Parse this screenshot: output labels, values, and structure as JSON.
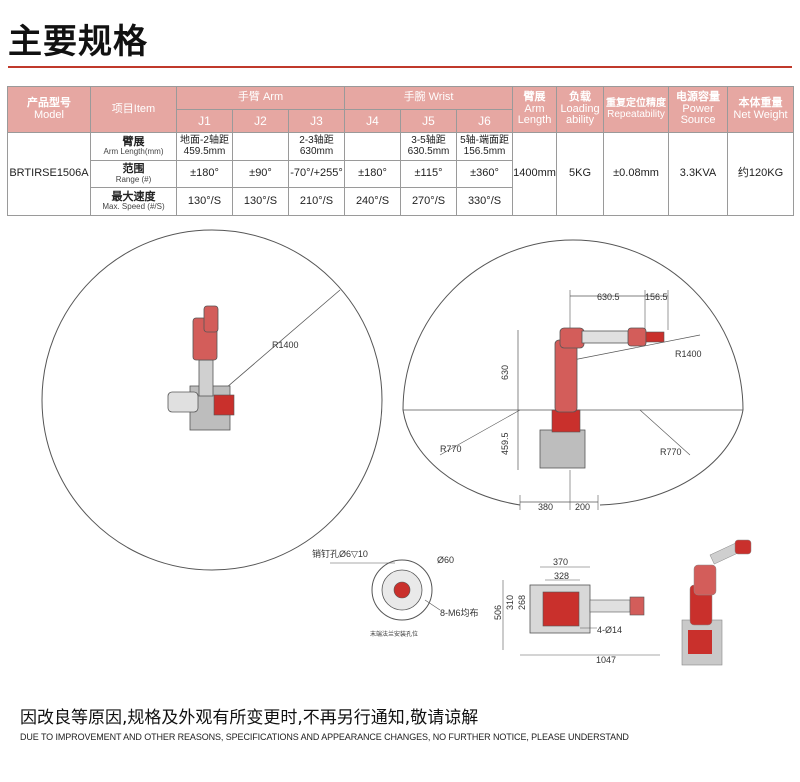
{
  "title": "主要规格",
  "table": {
    "h_model_cn": "产品型号",
    "h_model_en": "Model",
    "h_item": "项目Item",
    "h_arm": "手臂 Arm",
    "h_wrist": "手腕 Wrist",
    "h_armlen_cn": "臂展",
    "h_armlen_en1": "Arm",
    "h_armlen_en2": "Length",
    "h_load_cn": "负载",
    "h_load_en1": "Loading",
    "h_load_en2": "ability",
    "h_rep_cn": "重复定位精度",
    "h_rep_en": "Repeatability",
    "h_power_cn": "电源容量",
    "h_power_en1": "Power",
    "h_power_en2": "Source",
    "h_weight_cn": "本体重量",
    "h_weight_en": "Net Weight",
    "joints": [
      "J1",
      "J2",
      "J3",
      "J4",
      "J5",
      "J6"
    ],
    "model": "BRTIRSE1506A",
    "rows": [
      {
        "label_cn": "臂展",
        "label_en": "Arm Length(mm)",
        "cells": [
          [
            "地面-2轴距",
            "459.5mm"
          ],
          [
            "",
            ""
          ],
          [
            "2-3轴距",
            "630mm"
          ],
          [
            "",
            ""
          ],
          [
            "3-5轴距",
            "630.5mm"
          ],
          [
            "5轴-端面距",
            "156.5mm"
          ]
        ]
      },
      {
        "label_cn": "范围",
        "label_en": "Range (#)",
        "cells": [
          "±180°",
          "±90°",
          "-70°/+255°",
          "±180°",
          "±115°",
          "±360°"
        ]
      },
      {
        "label_cn": "最大速度",
        "label_en": "Max. Speed (#/S)",
        "cells": [
          "130°/S",
          "130°/S",
          "210°/S",
          "240°/S",
          "270°/S",
          "330°/S"
        ]
      }
    ],
    "arm_length": "1400mm",
    "loading": "5KG",
    "repeatability": "±0.08mm",
    "power": "3.3KVA",
    "weight": "约120KG"
  },
  "drawings": {
    "top_view_radius": "R1400",
    "side_dim_630_5": "630.5",
    "side_dim_156_5": "156.5",
    "side_radius": "R1400",
    "side_dim_630": "630",
    "side_dim_459_5": "459.5",
    "side_r770_left": "R770",
    "side_r770_right": "R770",
    "side_dim_380": "380",
    "side_dim_200": "200",
    "flange_pin": "销钉孔Ø6▽10",
    "flange_dia": "Ø60",
    "flange_holes": "8-M6均布",
    "flange_caption": "末端法兰安装孔位",
    "base_dim_370": "370",
    "base_dim_328": "328",
    "base_dim_506": "506",
    "base_dim_310": "310",
    "base_dim_268": "268",
    "base_holes": "4-Ø14",
    "base_dim_1047": "1047"
  },
  "footer": {
    "cn": "因改良等原因,规格及外观有所变更时,不再另行通知,敬请谅解",
    "en": "DUE TO IMPROVEMENT AND OTHER REASONS, SPECIFICATIONS AND APPEARANCE CHANGES, NO FURTHER NOTICE, PLEASE UNDERSTAND"
  },
  "colors": {
    "accent": "#c0392b",
    "header_bg": "#e6a7a2",
    "robot_red": "#c9302c",
    "robot_grey": "#9a9a9a"
  }
}
